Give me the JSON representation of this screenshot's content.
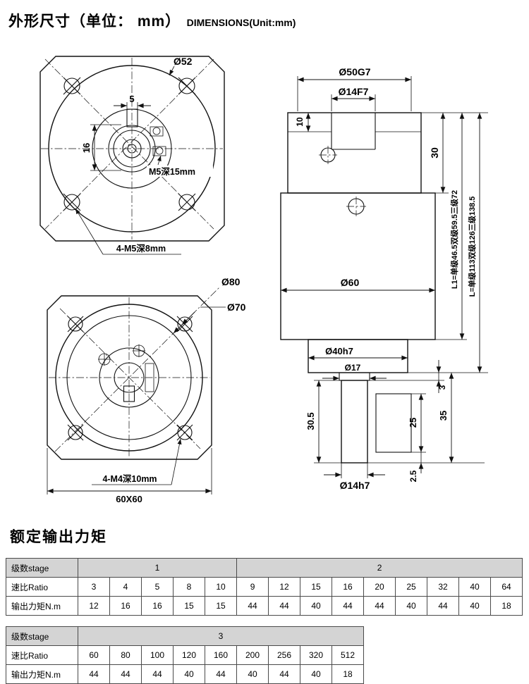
{
  "header": {
    "title_cn": "外形尺寸（单位： mm）",
    "title_en": "DIMENSIONS(Unit:mm)"
  },
  "front_view_top": {
    "dia_outer": "Ø52",
    "key_width": "5",
    "dim_16": "16",
    "tap_label": "M5深15mm",
    "mount_label": "4-M5深8mm"
  },
  "front_view_bottom": {
    "dia_80": "Ø80",
    "dia_70": "Ø70",
    "mount_label": "4-M4深10mm",
    "square_size": "60X60"
  },
  "side_view": {
    "dia_50": "Ø50G7",
    "dia_14f7": "Ø14F7",
    "dim_10": "10",
    "dim_30": "30",
    "dia_60": "Ø60",
    "len_total": "L=单级113双级126三级138.5",
    "len_l1": "L1=单级46.5双级59.5三级72",
    "dia_40": "Ø40h7",
    "dia_17": "Ø17",
    "dim_3": "3",
    "dim_30_5": "30.5",
    "dim_25": "25",
    "dim_35": "35",
    "dia_14h7": "Ø14h7",
    "dim_2_5": "2.5"
  },
  "torque_section": {
    "title": "额定输出力矩"
  },
  "torque_tables": [
    {
      "row_labels": {
        "stage": "级数stage",
        "ratio": "速比Ratio",
        "torque": "输出力矩N.m"
      },
      "stage_groups": [
        {
          "stage": "1",
          "span": 5
        },
        {
          "stage": "2",
          "span": 9
        }
      ],
      "ratios": [
        "3",
        "4",
        "5",
        "8",
        "10",
        "9",
        "12",
        "15",
        "16",
        "20",
        "25",
        "32",
        "40",
        "64"
      ],
      "torques": [
        "12",
        "16",
        "16",
        "15",
        "15",
        "44",
        "44",
        "40",
        "44",
        "44",
        "40",
        "44",
        "40",
        "18"
      ]
    },
    {
      "row_labels": {
        "stage": "级数stage",
        "ratio": "速比Ratio",
        "torque": "输出力矩N.m"
      },
      "stage_groups": [
        {
          "stage": "3",
          "span": 9
        }
      ],
      "ratios": [
        "60",
        "80",
        "100",
        "120",
        "160",
        "200",
        "256",
        "320",
        "512"
      ],
      "torques": [
        "44",
        "44",
        "44",
        "40",
        "44",
        "40",
        "44",
        "40",
        "18"
      ]
    }
  ]
}
